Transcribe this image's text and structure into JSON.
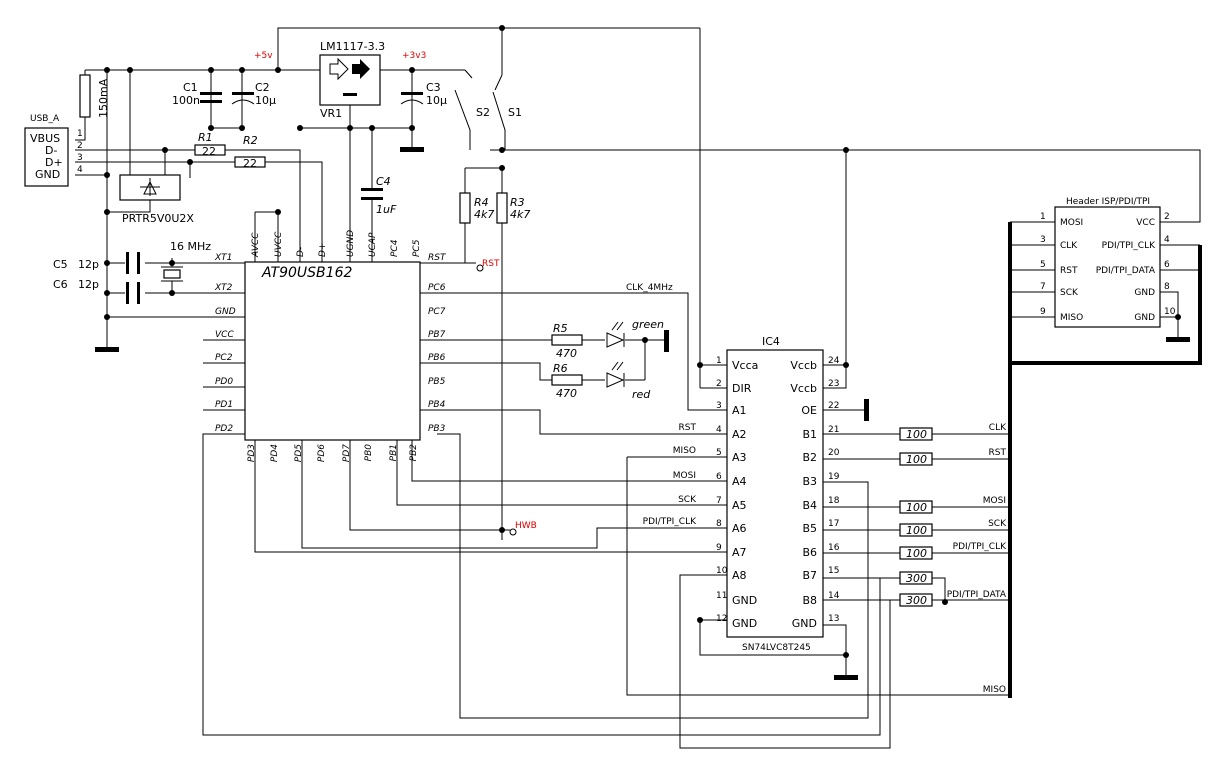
{
  "usb": {
    "title": "USB_A",
    "pins": [
      "VBUS",
      "D-",
      "D+",
      "GND"
    ],
    "nums": [
      "1",
      "2",
      "3",
      "4"
    ]
  },
  "fuse": {
    "value": "150mA"
  },
  "caps": {
    "c1": {
      "name": "C1",
      "value": "100n"
    },
    "c2": {
      "name": "C2",
      "value": "10µ"
    },
    "c3": {
      "name": "C3",
      "value": "10µ"
    },
    "c4": {
      "name": "C4",
      "value": "1uF"
    },
    "c5": {
      "name": "C5",
      "value": "12p"
    },
    "c6": {
      "name": "C6",
      "value": "12p"
    }
  },
  "regulator": {
    "part": "LM1117-3.3",
    "ref": "VR1"
  },
  "nets": {
    "v5": "+5v",
    "v33": "+3v3",
    "rst": "RST",
    "hwb": "HWB",
    "clk": "CLK_4MHz"
  },
  "resistors": {
    "r1": {
      "name": "R1",
      "value": "22"
    },
    "r2": {
      "name": "R2",
      "value": "22"
    },
    "r3": {
      "name": "R3",
      "value": "4k7"
    },
    "r4": {
      "name": "R4",
      "value": "4k7"
    },
    "r5": {
      "name": "R5",
      "value": "470"
    },
    "r6": {
      "name": "R6",
      "value": "470"
    }
  },
  "switches": {
    "s1": "S1",
    "s2": "S2"
  },
  "tvs": {
    "part": "PRTR5V0U2X"
  },
  "crystal": {
    "freq": "16 MHz"
  },
  "leds": {
    "green": "green",
    "red": "red"
  },
  "mcu": {
    "name": "AT90USB162",
    "top_pins": [
      "AVCC",
      "UVCC",
      "D-",
      "D+",
      "UGND",
      "UCAP",
      "PC4",
      "PC5"
    ],
    "left_pins": [
      "XT1",
      "XT2",
      "GND",
      "VCC",
      "PC2",
      "PD0",
      "PD1",
      "PD2"
    ],
    "right_pins": [
      "RST",
      "PC6",
      "PC7",
      "PB7",
      "PB6",
      "PB5",
      "PB4",
      "PB3"
    ],
    "bottom_pins": [
      "PD3",
      "PD4",
      "PD5",
      "PD6",
      "PD7",
      "PB0",
      "PB1",
      "PB2"
    ]
  },
  "ic4": {
    "ref": "IC4",
    "part": "SN74LVC8T245",
    "left": [
      {
        "n": "1",
        "l": "Vcca"
      },
      {
        "n": "2",
        "l": "DIR"
      },
      {
        "n": "3",
        "l": "A1"
      },
      {
        "n": "4",
        "l": "A2"
      },
      {
        "n": "5",
        "l": "A3"
      },
      {
        "n": "6",
        "l": "A4"
      },
      {
        "n": "7",
        "l": "A5"
      },
      {
        "n": "8",
        "l": "A6"
      },
      {
        "n": "9",
        "l": "A7"
      },
      {
        "n": "10",
        "l": "A8"
      },
      {
        "n": "11",
        "l": "GND"
      },
      {
        "n": "12",
        "l": "GND"
      }
    ],
    "right": [
      {
        "n": "24",
        "l": "Vccb"
      },
      {
        "n": "23",
        "l": "Vccb"
      },
      {
        "n": "22",
        "l": "OE"
      },
      {
        "n": "21",
        "l": "B1"
      },
      {
        "n": "20",
        "l": "B2"
      },
      {
        "n": "19",
        "l": "B3"
      },
      {
        "n": "18",
        "l": "B4"
      },
      {
        "n": "17",
        "l": "B5"
      },
      {
        "n": "16",
        "l": "B6"
      },
      {
        "n": "15",
        "l": "B7"
      },
      {
        "n": "14",
        "l": "B8"
      },
      {
        "n": "13",
        "l": "GND"
      }
    ]
  },
  "a_nets": [
    "RST",
    "MISO",
    "MOSI",
    "SCK",
    "PDI/TPI_CLK"
  ],
  "series": {
    "r100": "100",
    "r300": "300"
  },
  "b_nets": [
    "CLK",
    "RST",
    "MOSI",
    "SCK",
    "PDI/TPI_CLK",
    "PDI/TPI_DATA",
    "MISO"
  ],
  "header": {
    "title": "Header ISP/PDI/TPI",
    "left": [
      {
        "n": "1",
        "l": "MOSI"
      },
      {
        "n": "3",
        "l": "CLK"
      },
      {
        "n": "5",
        "l": "RST"
      },
      {
        "n": "7",
        "l": "SCK"
      },
      {
        "n": "9",
        "l": "MISO"
      }
    ],
    "right": [
      {
        "n": "2",
        "l": "VCC"
      },
      {
        "n": "4",
        "l": "PDI/TPI_CLK"
      },
      {
        "n": "6",
        "l": "PDI/TPI_DATA"
      },
      {
        "n": "8",
        "l": "GND"
      },
      {
        "n": "10",
        "l": "GND"
      }
    ]
  }
}
